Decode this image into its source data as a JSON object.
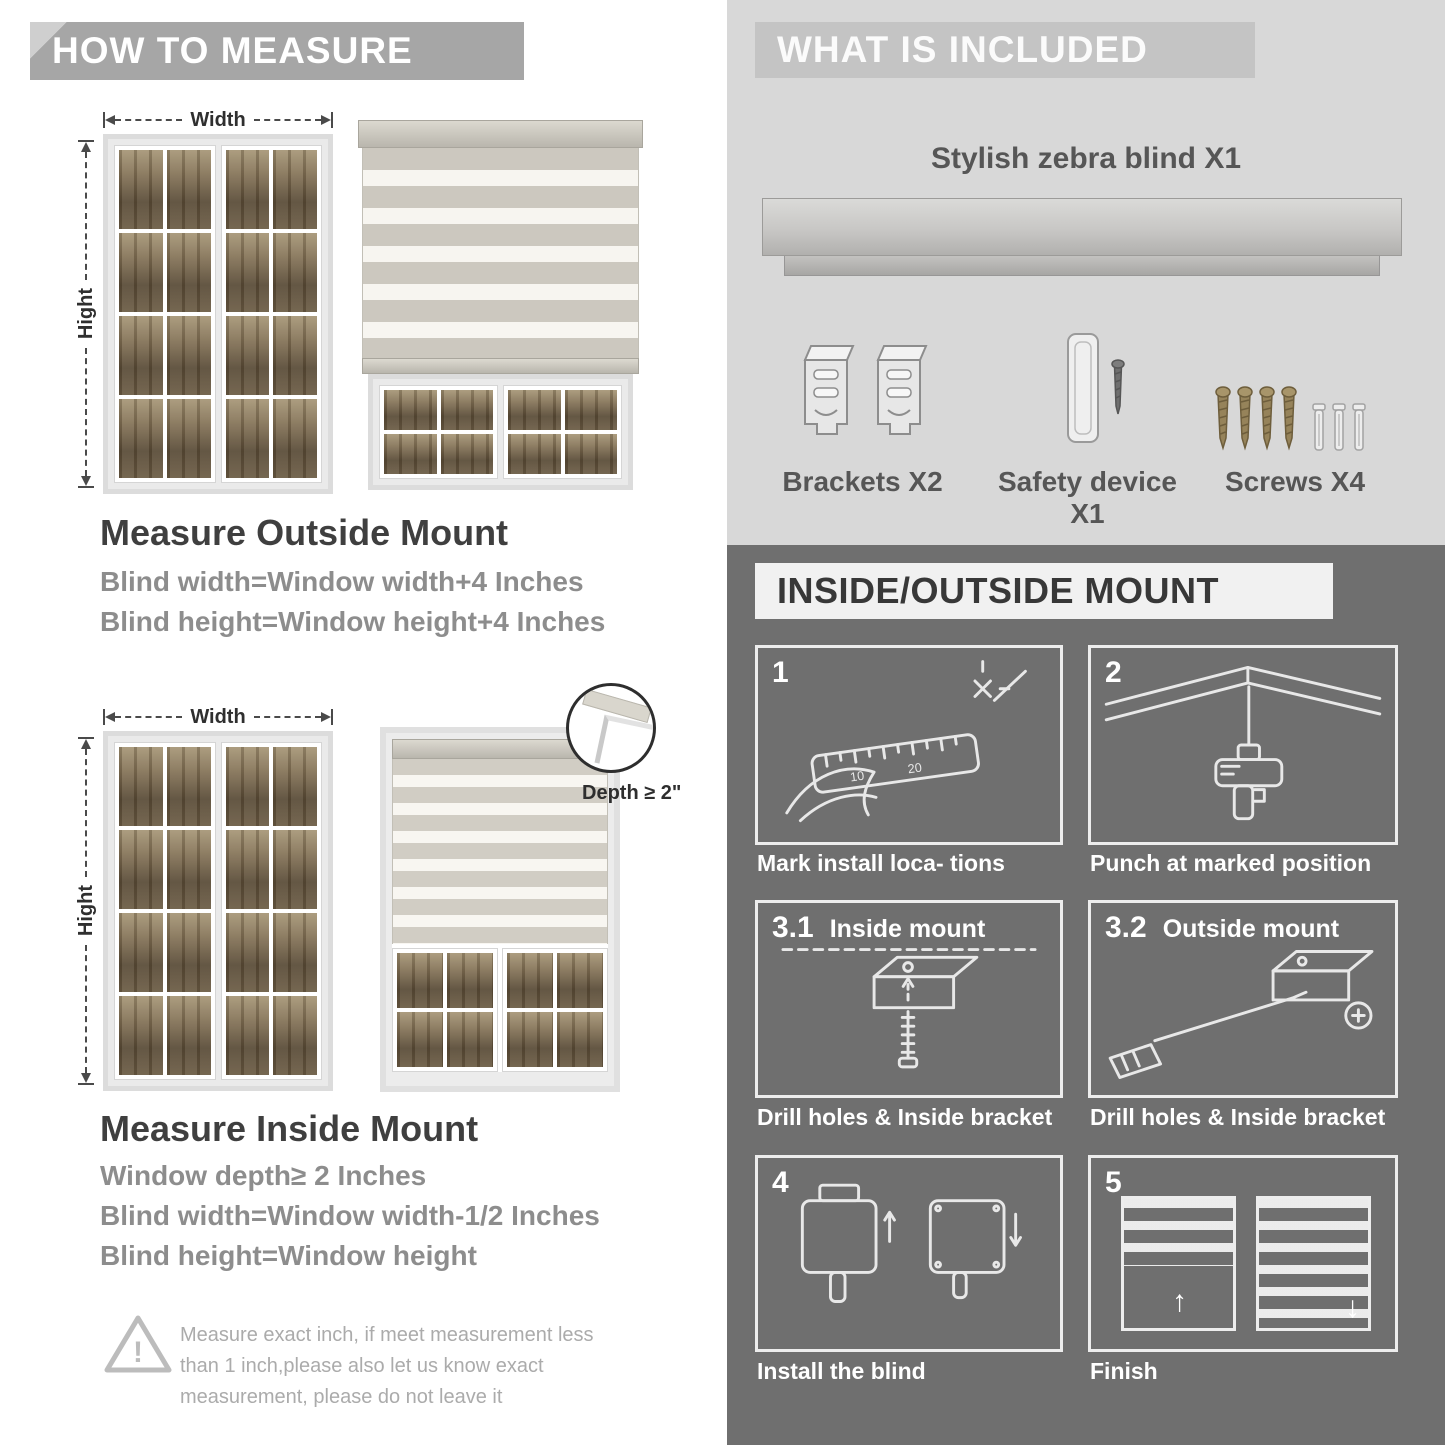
{
  "colors": {
    "measure_header_bar": "#a6a6a6",
    "included_section_bg": "#d8d8d8",
    "included_header_bar": "#c4c4c4",
    "mount_section_bg": "#6f6f6f",
    "heading_dark": "#3f3f3f",
    "body_text_gray": "#8d8d8d"
  },
  "measure": {
    "header": "HOW TO MEASURE",
    "outside": {
      "width_label": "Width",
      "height_label": "Hight",
      "heading": "Measure Outside Mount",
      "lines": [
        "Blind width=Window width+4 Inches",
        "Blind height=Window height+4 Inches"
      ]
    },
    "inside": {
      "width_label": "Width",
      "height_label": "Hight",
      "depth_label": "Depth ≥ 2\"",
      "heading": "Measure Inside Mount",
      "lines": [
        "Window depth≥ 2 Inches",
        "Blind width=Window width-1/2 Inches",
        "Blind height=Window height"
      ]
    },
    "note": "Measure exact inch, if meet measurement less than 1 inch,please also let us know exact measurement, please do not leave it"
  },
  "included": {
    "header": "WHAT IS INCLUDED",
    "product_label": "Stylish zebra blind X1",
    "items": [
      {
        "icon": "brackets-icon",
        "label": "Brackets X2"
      },
      {
        "icon": "safety-device-icon",
        "label": "Safety device X1"
      },
      {
        "icon": "screws-icon",
        "label": "Screws X4"
      }
    ]
  },
  "mount": {
    "header": "INSIDE/OUTSIDE MOUNT",
    "steps": [
      {
        "num": "1",
        "title": "",
        "caption": "Mark install loca- tions"
      },
      {
        "num": "2",
        "title": "",
        "caption": "Punch at  marked position"
      },
      {
        "num": "3.1",
        "title": "Inside mount",
        "caption": "Drill holes &  Inside bracket"
      },
      {
        "num": "3.2",
        "title": "Outside mount",
        "caption": "Drill holes &  Inside bracket"
      },
      {
        "num": "4",
        "title": "",
        "caption": "Install the blind"
      },
      {
        "num": "5",
        "title": "",
        "caption": "Finish"
      }
    ]
  }
}
